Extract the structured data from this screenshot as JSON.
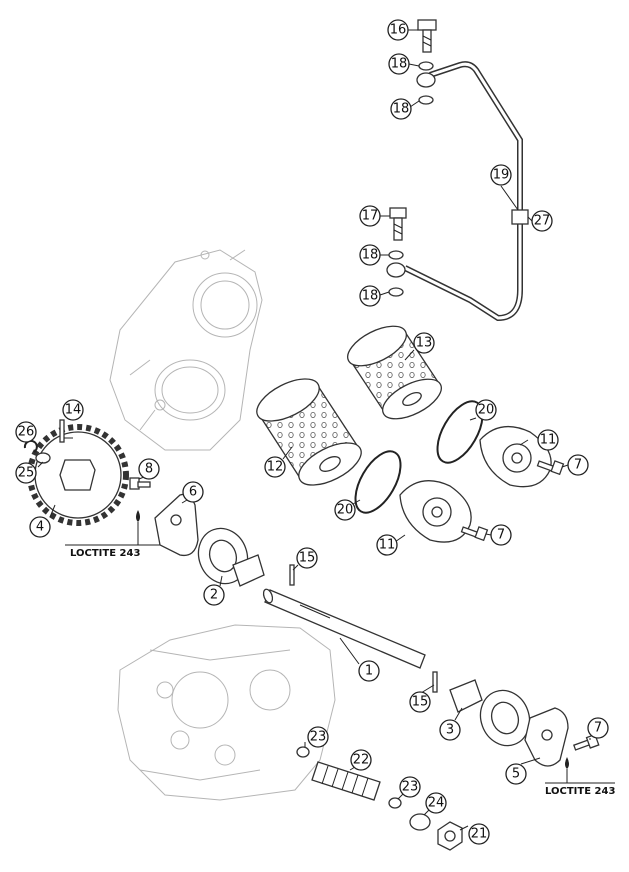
{
  "callouts": {
    "c1": "1",
    "c2": "2",
    "c3": "3",
    "c4": "4",
    "c5": "5",
    "c6": "6",
    "c7a": "7",
    "c7b": "7",
    "c7c": "7",
    "c8": "8",
    "c11a": "11",
    "c11b": "11",
    "c12": "12",
    "c13": "13",
    "c14": "14",
    "c15a": "15",
    "c15b": "15",
    "c16": "16",
    "c17": "17",
    "c18a": "18",
    "c18b": "18",
    "c18c": "18",
    "c18d": "18",
    "c19": "19",
    "c20a": "20",
    "c20b": "20",
    "c21": "21",
    "c22": "22",
    "c23a": "23",
    "c23b": "23",
    "c24": "24",
    "c25": "25",
    "c26": "26",
    "c27": "27"
  },
  "notes": {
    "loctite_left": "LOCTITE 243",
    "loctite_right": "LOCTITE 243"
  }
}
